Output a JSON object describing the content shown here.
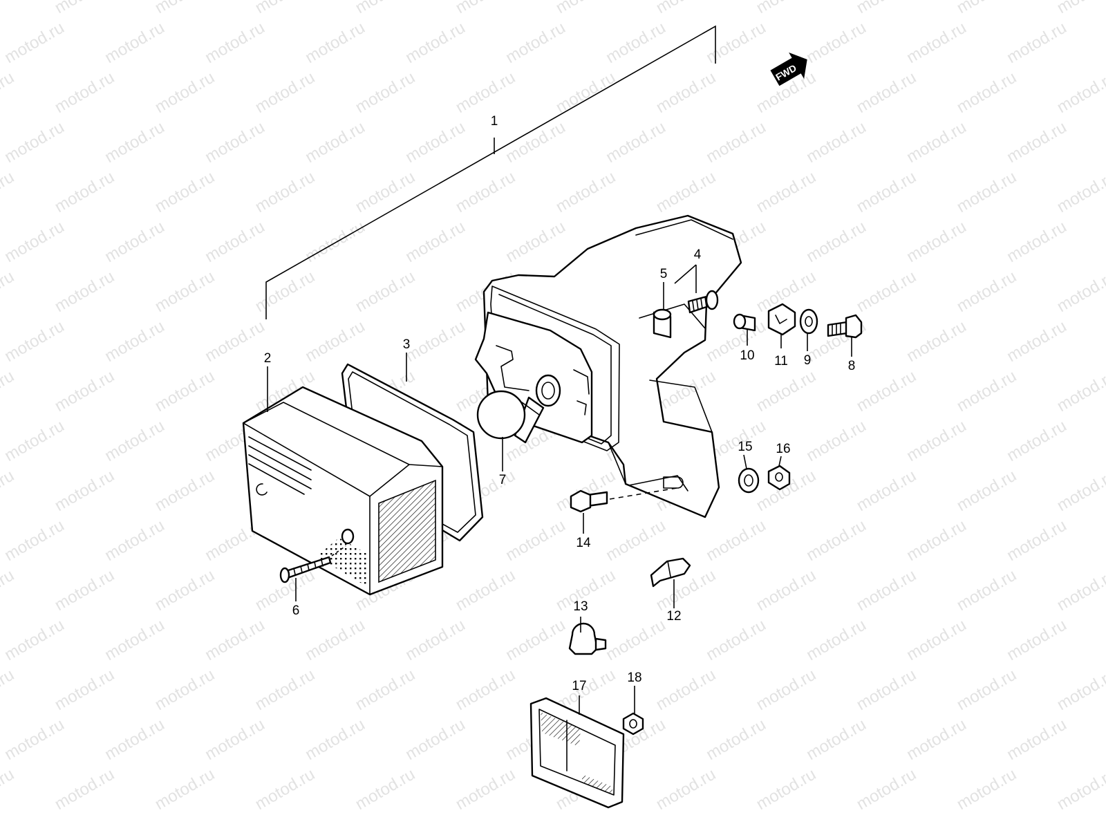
{
  "watermark": "motod.ru",
  "fwd_label": "FWD",
  "callouts": {
    "p1": "1",
    "p2": "2",
    "p3": "3",
    "p4": "4",
    "p5": "5",
    "p6": "6",
    "p7": "7",
    "p8": "8",
    "p9": "9",
    "p10": "10",
    "p11": "11",
    "p12": "12",
    "p13": "13",
    "p14": "14",
    "p15": "15",
    "p16": "16",
    "p17": "17",
    "p18": "18"
  }
}
